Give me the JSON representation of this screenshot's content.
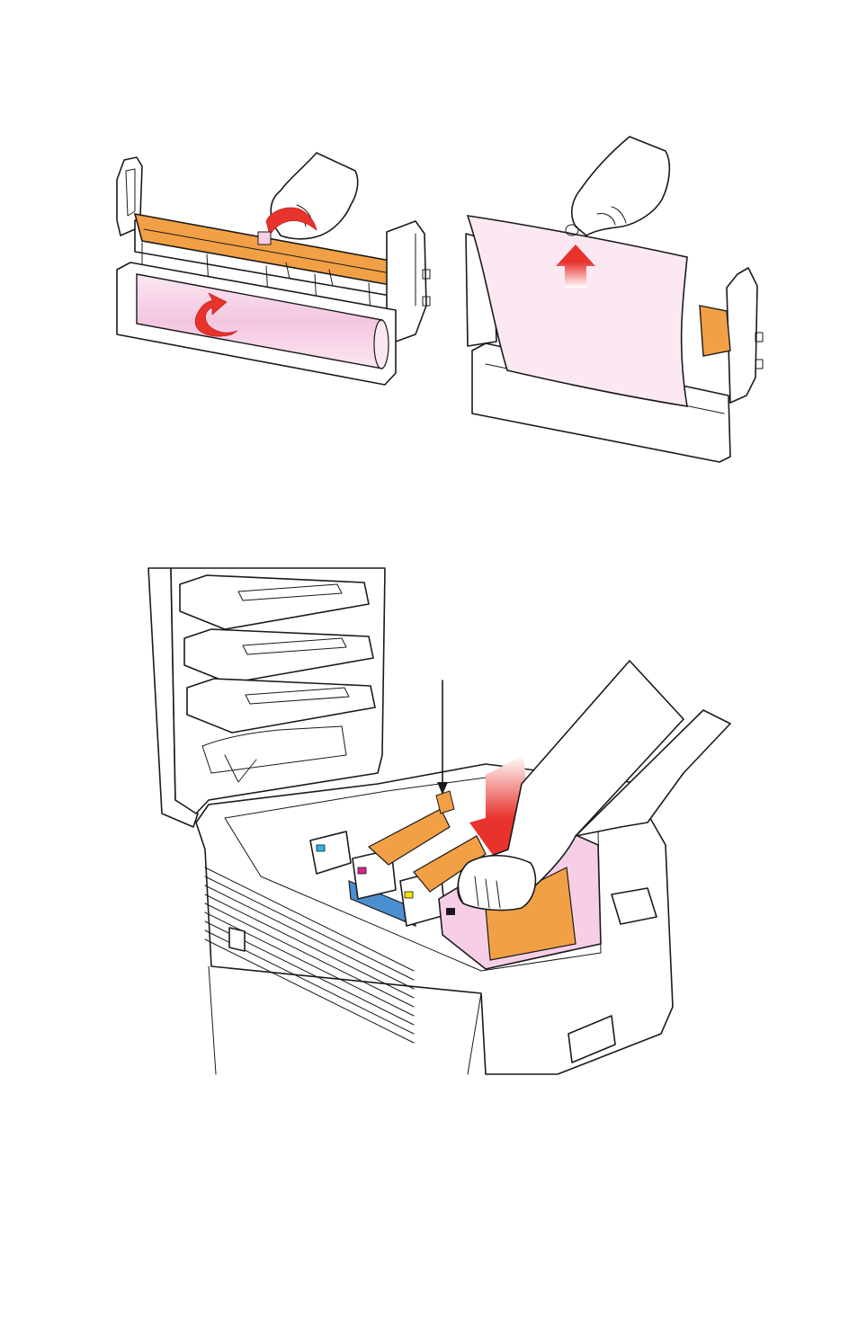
{
  "figure": {
    "panels": [
      {
        "name": "drum-unit-remove-tape",
        "description_hidden": true
      },
      {
        "name": "drum-unit-remove-sheet",
        "description_hidden": true
      },
      {
        "name": "printer-install-drum",
        "description_hidden": true
      }
    ]
  },
  "colors": {
    "orange": "#f2a045",
    "pink": "#f6cfe6",
    "pink_light": "#fbe7f2",
    "red": "#e8322c",
    "blue": "#4a8fd0",
    "cyan": "#29b5e8",
    "magenta": "#d9238a",
    "yellow": "#f4e600",
    "black": "#1a1a1a"
  },
  "icons": [
    "curved-arrow-icon",
    "up-arrow-icon",
    "down-arrow-icon",
    "pointer-arrow-icon"
  ]
}
